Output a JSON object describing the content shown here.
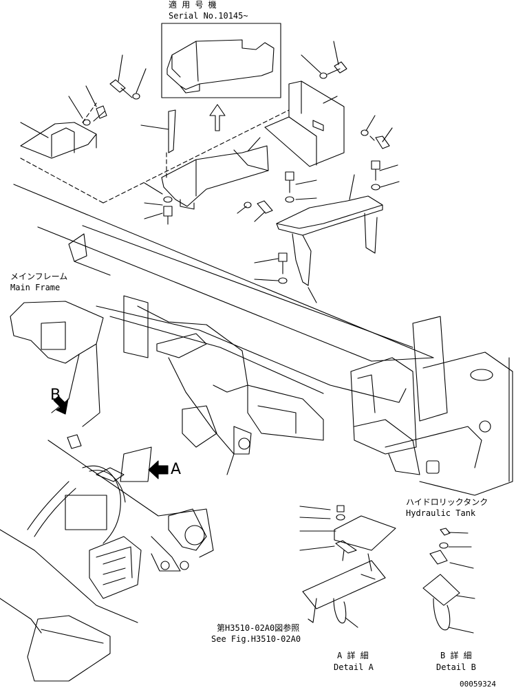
{
  "labels": {
    "serial_jp": "適 用 号 機",
    "serial_en": "Serial No.10145~",
    "main_frame_jp": "メインフレーム",
    "main_frame_en": "Main Frame",
    "hydraulic_tank_jp": "ハイドロリックタンク",
    "hydraulic_tank_en": "Hydraulic Tank",
    "see_fig_jp": "第H3510-02A0図参照",
    "see_fig_en": "See Fig.H3510-02A0",
    "detail_a_jp": "A 詳 細",
    "detail_a_en": "Detail A",
    "detail_b_jp": "B 詳 細",
    "detail_b_en": "Detail B",
    "marker_a": "A",
    "marker_b": "B",
    "drawing_number": "00059324"
  }
}
